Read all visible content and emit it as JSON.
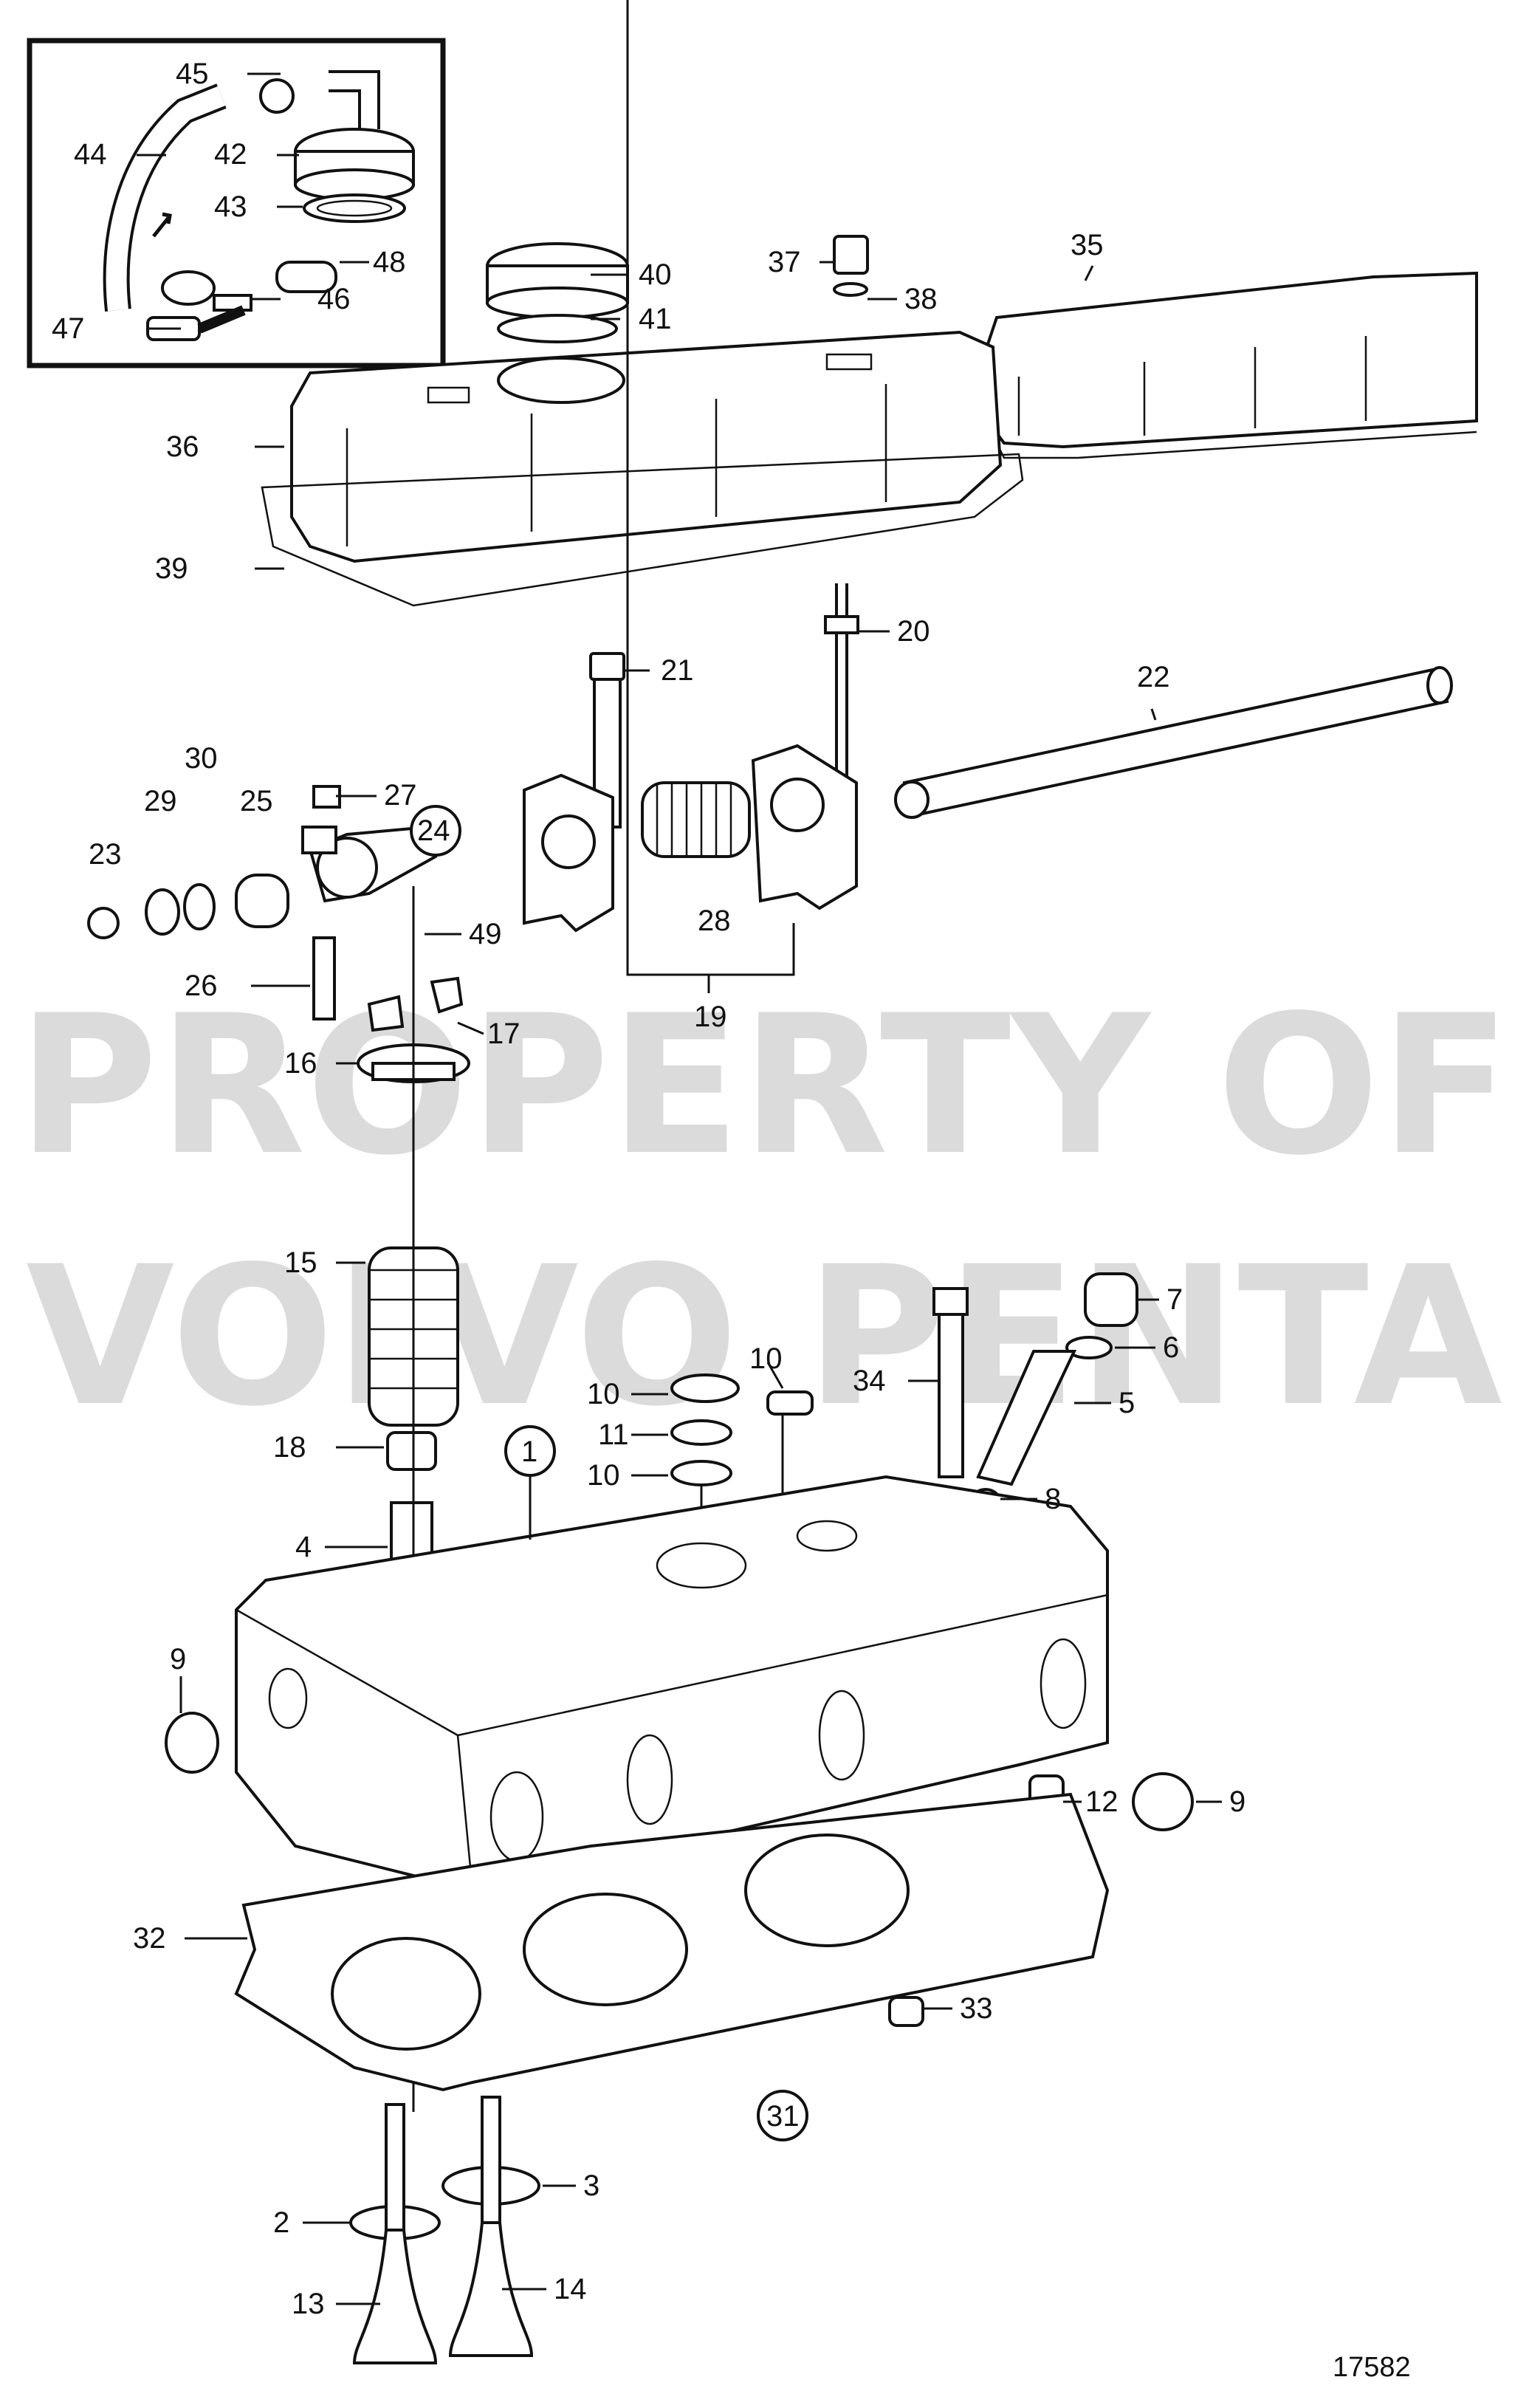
{
  "watermark": {
    "line1": "PROPERTY OF",
    "line2": "VOLVO PENTA"
  },
  "figure_number": "17582",
  "labels": {
    "l1": "1",
    "l2": "2",
    "l3": "3",
    "l4": "4",
    "l5": "5",
    "l6": "6",
    "l7": "7",
    "l8": "8",
    "l9a": "9",
    "l9b": "9",
    "l10a": "10",
    "l10b": "10",
    "l10c": "10",
    "l11": "11",
    "l12": "12",
    "l13": "13",
    "l14": "14",
    "l15": "15",
    "l16": "16",
    "l17": "17",
    "l18": "18",
    "l19": "19",
    "l20": "20",
    "l21": "21",
    "l22": "22",
    "l23": "23",
    "l24": "24",
    "l25": "25",
    "l26": "26",
    "l27": "27",
    "l28": "28",
    "l29": "29",
    "l30": "30",
    "l31": "31",
    "l32": "32",
    "l33": "33",
    "l34": "34",
    "l35": "35",
    "l36": "36",
    "l37": "37",
    "l38": "38",
    "l39": "39",
    "l40": "40",
    "l41": "41",
    "l42": "42",
    "l43": "43",
    "l44": "44",
    "l45": "45",
    "l46": "46",
    "l47": "47",
    "l48": "48",
    "l49": "49"
  }
}
